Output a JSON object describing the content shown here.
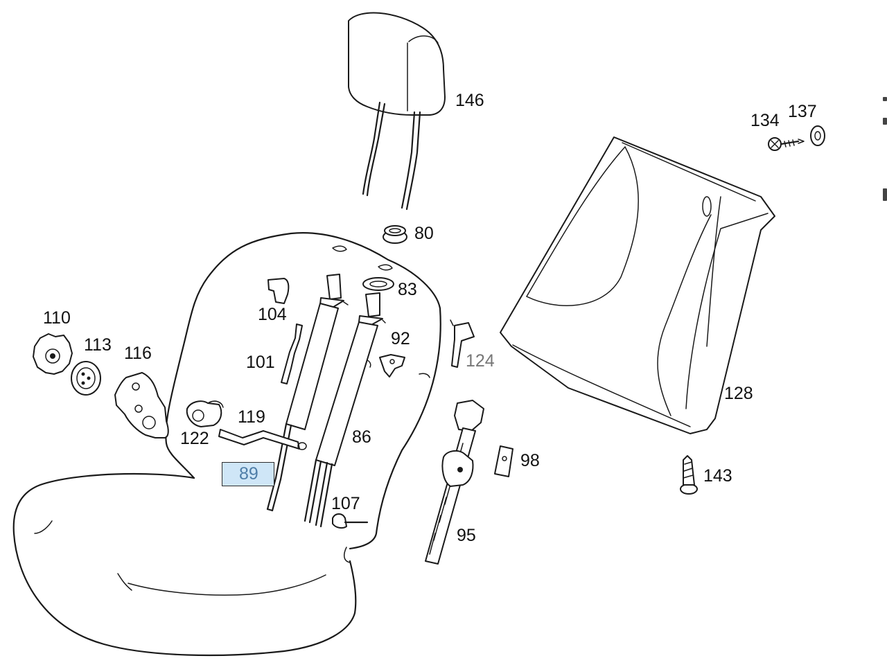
{
  "diagram": {
    "labels": [
      {
        "id": "146",
        "text": "146"
      },
      {
        "id": "134",
        "text": "134"
      },
      {
        "id": "137",
        "text": "137"
      },
      {
        "id": "80",
        "text": "80"
      },
      {
        "id": "83",
        "text": "83"
      },
      {
        "id": "104",
        "text": "104"
      },
      {
        "id": "110",
        "text": "110"
      },
      {
        "id": "113",
        "text": "113"
      },
      {
        "id": "116",
        "text": "116"
      },
      {
        "id": "92",
        "text": "92"
      },
      {
        "id": "101",
        "text": "101"
      },
      {
        "id": "124",
        "text": "124"
      },
      {
        "id": "128",
        "text": "128"
      },
      {
        "id": "119",
        "text": "119"
      },
      {
        "id": "122",
        "text": "122"
      },
      {
        "id": "86",
        "text": "86"
      },
      {
        "id": "98",
        "text": "98"
      },
      {
        "id": "89",
        "text": "89"
      },
      {
        "id": "143",
        "text": "143"
      },
      {
        "id": "107",
        "text": "107"
      },
      {
        "id": "95",
        "text": "95"
      }
    ],
    "highlighted_part": "89",
    "colors": {
      "line": "#1a1a1a",
      "highlight_fill": "#cfe6f7",
      "highlight_text": "#4f7ea8",
      "muted_label": "#777777"
    }
  }
}
